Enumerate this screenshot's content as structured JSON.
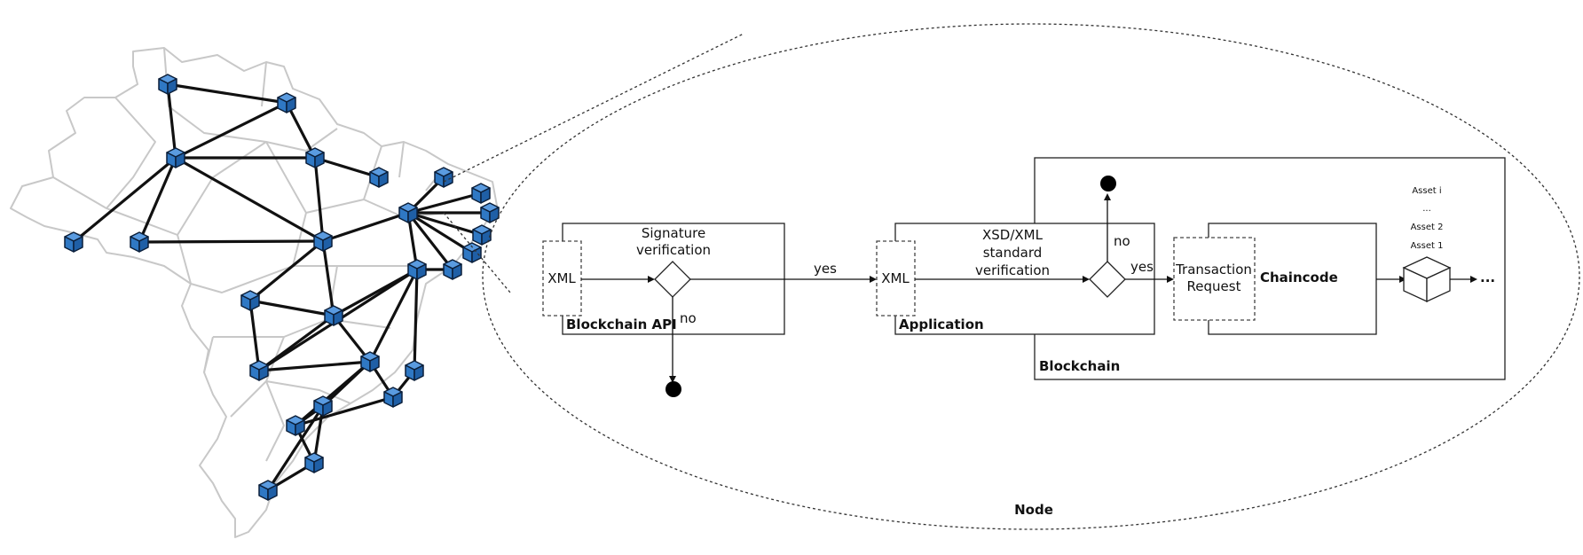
{
  "diagram": {
    "labels": {
      "signature_verification_1": "Signature",
      "signature_verification_2": "verification",
      "xml_1": "XML",
      "xml_2": "XML",
      "blockchain_api": "Blockchain API",
      "yes_1": "yes",
      "no_1": "no",
      "xsd_1": "XSD/XML",
      "xsd_2": "standard",
      "xsd_3": "verification",
      "application": "Application",
      "no_2": "no",
      "yes_2": "yes",
      "transaction_1": "Transaction",
      "transaction_2": "Request",
      "chaincode": "Chaincode",
      "blockchain": "Blockchain",
      "asset_i": "Asset i",
      "asset_dots": "...",
      "asset_2": "Asset 2",
      "asset_1": "Asset 1",
      "ellipsis": "...",
      "node": "Node"
    },
    "colors": {
      "node_fill": "#2f78c4",
      "node_top": "#5a9be0",
      "node_stroke": "#0b1f3a",
      "map_border": "#c8c8c8"
    }
  }
}
